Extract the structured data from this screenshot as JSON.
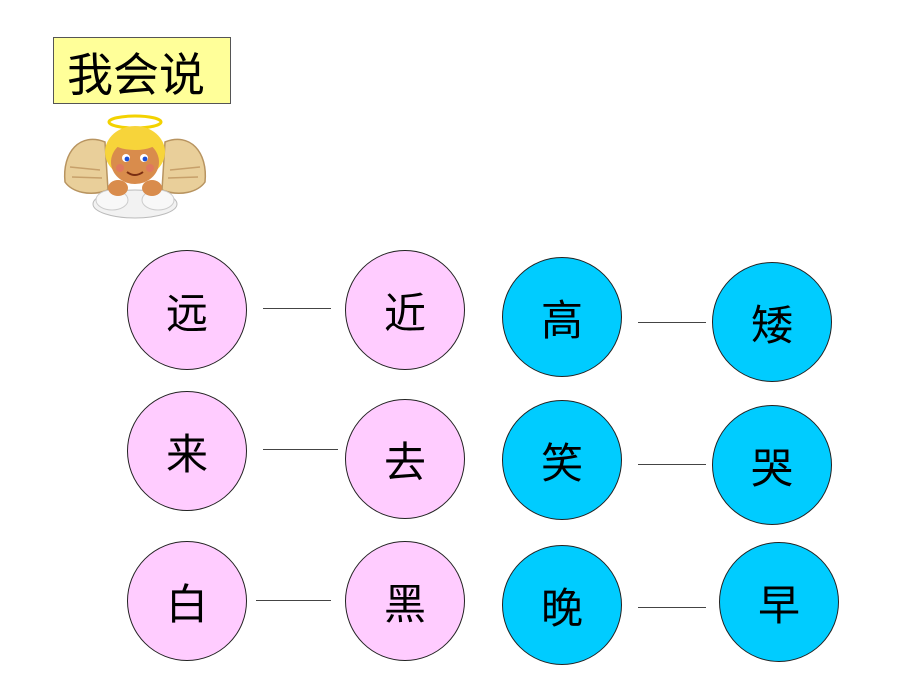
{
  "title": "我会说",
  "pairs": [
    {
      "a": "远",
      "b": "近"
    },
    {
      "a": "高",
      "b": "矮"
    },
    {
      "a": "来",
      "b": "去"
    },
    {
      "a": "笑",
      "b": "哭"
    },
    {
      "a": "白",
      "b": "黑"
    },
    {
      "a": "晚",
      "b": "早"
    }
  ],
  "colors": {
    "left_group": "#ffccff",
    "right_group": "#00ccff",
    "title_bg": "#ffff99"
  },
  "icons": {
    "mascot": "angel-icon"
  }
}
